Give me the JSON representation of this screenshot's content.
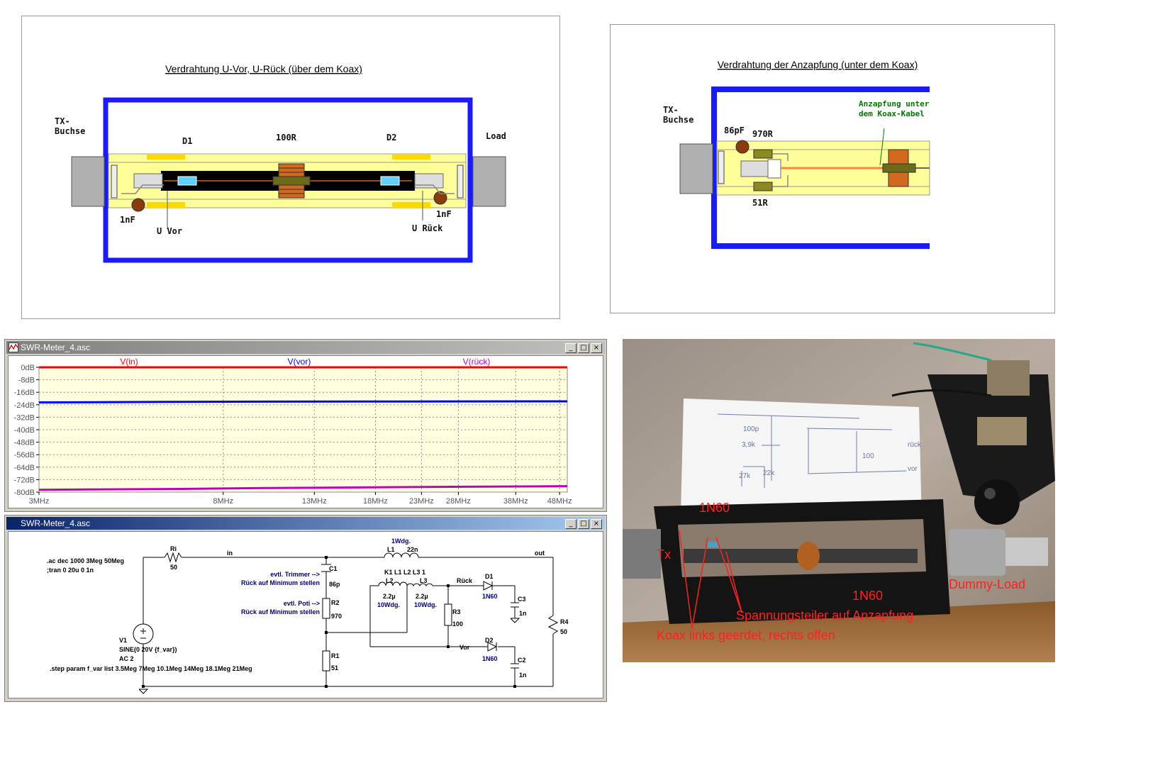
{
  "panel_top_left": {
    "title": "Verdrahtung U-Vor, U-Rück (über dem Koax)",
    "tx_label": [
      "TX-",
      "Buchse"
    ],
    "load_label": "Load",
    "d1": "D1",
    "resistor": "100R",
    "d2": "D2",
    "c_left": "1nF",
    "c_right": "1nF",
    "u_vor": "U Vor",
    "u_rueck": "U Rück"
  },
  "panel_top_right": {
    "title": "Verdrahtung der Anzapfung (unter dem Koax)",
    "tx_label": [
      "TX-",
      "Buchse"
    ],
    "cap": "86pF",
    "r_top": "970R",
    "r_bottom": "51R",
    "note": [
      "Anzapfung unter",
      "dem Koax-Kabel"
    ]
  },
  "plot_window": {
    "title": "SWR-Meter_4.asc",
    "buttons": [
      "_",
      "□",
      "×"
    ]
  },
  "chart_data": {
    "type": "line",
    "x_scale": "log",
    "x_ticks": [
      "3MHz",
      "8MHz",
      "13MHz",
      "18MHz",
      "23MHz",
      "28MHz",
      "38MHz",
      "48MHz"
    ],
    "x_tick_values": [
      3,
      8,
      13,
      18,
      23,
      28,
      38,
      48
    ],
    "xlim": [
      3,
      50
    ],
    "y_ticks": [
      "0dB",
      "-8dB",
      "-16dB",
      "-24dB",
      "-32dB",
      "-40dB",
      "-48dB",
      "-56dB",
      "-64dB",
      "-72dB",
      "-80dB"
    ],
    "y_tick_values": [
      0,
      -8,
      -16,
      -24,
      -32,
      -40,
      -48,
      -56,
      -64,
      -72,
      -80
    ],
    "ylim": [
      -80,
      0
    ],
    "grid": true,
    "series": [
      {
        "name": "V(in)",
        "color": "#ff0000",
        "x": [
          3,
          50
        ],
        "y": [
          0,
          0
        ]
      },
      {
        "name": "V(vor)",
        "color": "#0000ff",
        "x": [
          3,
          6,
          10,
          20,
          50
        ],
        "y": [
          -22.5,
          -22.2,
          -22,
          -21.9,
          -21.8
        ]
      },
      {
        "name": "V(rück)",
        "color": "#c000c0",
        "x": [
          3,
          6,
          10,
          20,
          50
        ],
        "y": [
          -78.5,
          -78,
          -77.4,
          -76.8,
          -76.2
        ]
      }
    ]
  },
  "schematic_window": {
    "title": "SWR-Meter_4.asc",
    "buttons": [
      "_",
      "□",
      "×"
    ],
    "directives": [
      ".ac dec 1000 3Meg 50Meg",
      ";tran 0 20u 0 1n",
      ".step param f_var list 3.5Meg 7Meg 10.1Meg 14Meg 18.1Meg 21Meg"
    ],
    "ri": "Ri",
    "ri_val": "50",
    "net_in": "in",
    "net_out": "out",
    "v1": "V1",
    "v1_spec": "SINE(0 20V {f_var})",
    "v1_ac": "AC 2",
    "c1": "C1",
    "c1_val": "86p",
    "r2": "R2",
    "r2_val": "970",
    "r1": "R1",
    "r1_val": "51",
    "trimmer_note": [
      "evtl. Trimmer -->",
      "Rück auf Minimum stellen"
    ],
    "poti_note": [
      "evtl. Poti -->",
      "Rück auf Minimum stellen"
    ],
    "l1_note": "1Wdg.",
    "l1": "L1",
    "l1_val": "22n",
    "k1": "K1 L1 L2 L3 1",
    "l2": "L2",
    "l2_val": "2.2µ",
    "l2_note": "10Wdg.",
    "l3": "L3",
    "l3_val": "2.2µ",
    "l3_note": "10Wdg.",
    "net_rueck": "Rück",
    "net_vor": "Vor",
    "r3": "R3",
    "r3_val": "100",
    "d1": "D1",
    "d1_val": "1N60",
    "d2": "D2",
    "d2_val": "1N60",
    "c3": "C3",
    "c3_val": "1n",
    "c2": "C2",
    "c2_val": "1n",
    "r4": "R4",
    "r4_val": "50"
  },
  "photo": {
    "labels": {
      "diode_top": "1N60",
      "tx": "Tx",
      "diode_bottom": "1N60",
      "dummy_load": "Dummy-Load",
      "divider": "Spannungsteiler auf Anzapfung",
      "coax": "Koax links geerdet, rechts offen"
    },
    "sketch": [
      "100p",
      "3,9k",
      "27k",
      "22k",
      "100",
      "rück",
      "vor"
    ]
  }
}
